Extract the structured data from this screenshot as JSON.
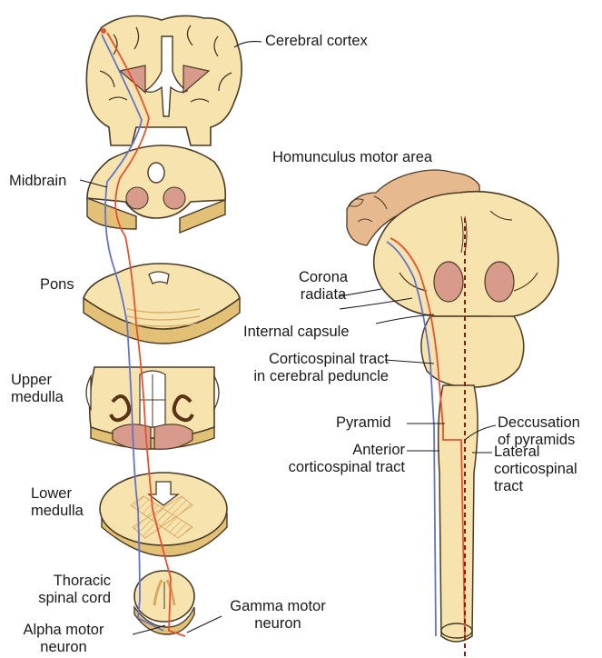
{
  "labels": {
    "cerebral_cortex": "Cerebral cortex",
    "midbrain": "Midbrain",
    "pons": "Pons",
    "upper_medulla": "Upper\nmedulla",
    "lower_medulla": "Lower\nmedulla",
    "thoracic_spinal_cord": "Thoracic\nspinal cord",
    "alpha_motor_neuron": "Alpha motor\nneuron",
    "gamma_motor_neuron": "Gamma motor\nneuron",
    "homunculus_motor_area": "Homunculus motor area",
    "corona_radiata": "Corona\nradiata",
    "internal_capsule": "Internal capsule",
    "corticospinal_tract_peduncle": "Corticospinal tract\nin cerebral peduncle",
    "pyramid": "Pyramid",
    "deccusation_of_pyramids": "Deccusation\nof pyramids",
    "anterior_corticospinal_tract": "Anterior\ncorticospinal tract",
    "lateral_corticospinal_tract": "Lateral\ncorticospinal\ntract"
  },
  "colors": {
    "tissue": "#f6e3ae",
    "tissue_side": "#e2c076",
    "outline": "#4a3b25",
    "nucleus": "#d89a8a",
    "red_tract": "#e8502e",
    "blue_tract": "#6673c8",
    "dark_brown": "#5a3317",
    "homunculus": "#e7b98f"
  }
}
